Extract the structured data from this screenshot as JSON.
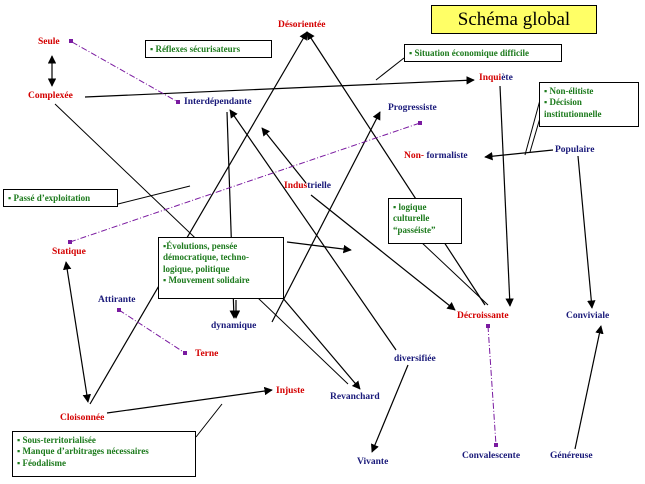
{
  "title": "Schéma global",
  "nodes": {
    "seule": "Seule",
    "complexee": "Complexée",
    "desorientee": "Désorientée",
    "interdependante": "Interdépendante",
    "inquiete": "Inquiète",
    "progressiste": "Progressiste",
    "non_formaliste": "Non- formaliste",
    "populaire": "Populaire",
    "industrielle_part1": "Indus",
    "industrielle_part2": "trielle",
    "statique": "Statique",
    "attirante": "Attirante",
    "dynamique": "dynamique",
    "terne": "Terne",
    "decroissante": "Décroissante",
    "conviviale": "Conviviale",
    "diversifiee": "diversifiée",
    "cloisonnee": "Cloisonnée",
    "injuste": "Injuste",
    "revanchard": "Revanchard",
    "vivante": "Vivante",
    "convalescente": "Convalescente",
    "genereuse": "Généreuse"
  },
  "boxes": {
    "reflexes": [
      "▪ Réflexes sécurisateurs"
    ],
    "situation": [
      "▪ Situation économique difficile"
    ],
    "non_elitiste": [
      "▪ Non-élitiste",
      "▪ Décision",
      "institutionnelle"
    ],
    "passe": [
      "▪ Passé d’exploitation"
    ],
    "logique": [
      "▪ logique",
      "culturelle",
      "“passéiste”"
    ],
    "evolutions": [
      "▪Évolutions, pensée",
      "démocratique, techno-",
      "logique, politique",
      "▪ Mouvement solidaire"
    ],
    "sous_territ": [
      "▪ Sous-territorialisée",
      "▪ Manque d’arbitrages nécessaires",
      "▪ Féodalisme"
    ]
  },
  "colors": {
    "red_node": "#d40000",
    "blue_node": "#1a1a7a",
    "box_text": "#1c7a1c",
    "title_bg": "#ffff66",
    "dashed_link": "#7a1aa0"
  }
}
